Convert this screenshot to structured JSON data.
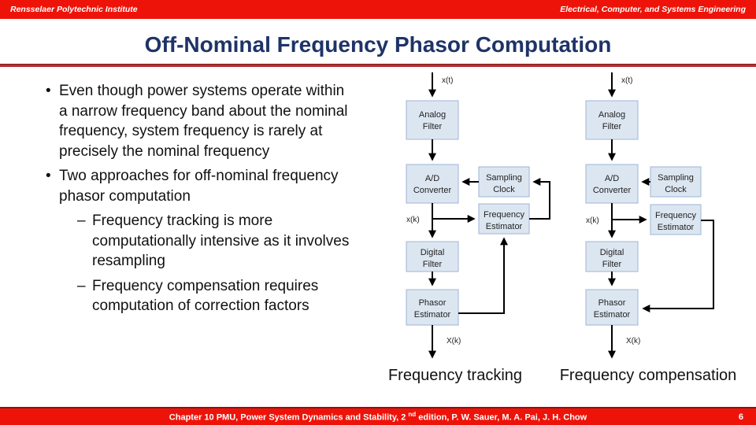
{
  "colors": {
    "banner_red": "#ee1309",
    "rule_red": "#9c1d20",
    "title_blue": "#1e3368",
    "box_fill": "#dce6f1",
    "box_border": "#9eb6d4",
    "footer_border_red": "#8f1210"
  },
  "header": {
    "left": "Rensselaer Polytechnic Institute",
    "right": "Electrical, Computer, and Systems Engineering"
  },
  "title": "Off-Nominal Frequency Phasor Computation",
  "bullets": {
    "bullet_glyph": "•",
    "dash_glyph": "–",
    "item1": "Even though power systems operate within a narrow frequency band about the nominal frequency, system frequency is rarely at precisely the nominal frequency",
    "item2": "Two approaches for off-nominal frequency phasor computation",
    "sub1": "Frequency tracking is more computationally intensive as it involves resampling",
    "sub2": "Frequency compensation requires computation of correction factors"
  },
  "diagram": {
    "boxes": {
      "analog_filter": {
        "l1": "Analog",
        "l2": "Filter"
      },
      "ad_converter": {
        "l1": "A/D",
        "l2": "Converter"
      },
      "sampling_clock": {
        "l1": "Sampling",
        "l2": "Clock"
      },
      "frequency_estimator": {
        "l1": "Frequency",
        "l2": "Estimator"
      },
      "digital_filter": {
        "l1": "Digital",
        "l2": "Filter"
      },
      "phasor_estimator": {
        "l1": "Phasor",
        "l2": "Estimator"
      }
    },
    "signals": {
      "input": "x(t)",
      "sampled": "x(k)",
      "output": "X(k)"
    },
    "captions": {
      "tracking": "Frequency tracking",
      "compensation": "Frequency compensation"
    }
  },
  "footer": {
    "text_prefix": "Chapter 10 PMU, Power System Dynamics and Stability, 2",
    "superscript": "nd",
    "text_suffix": " edition, P. W. Sauer, M. A. Pai, J. H. Chow",
    "page_number": "6"
  }
}
